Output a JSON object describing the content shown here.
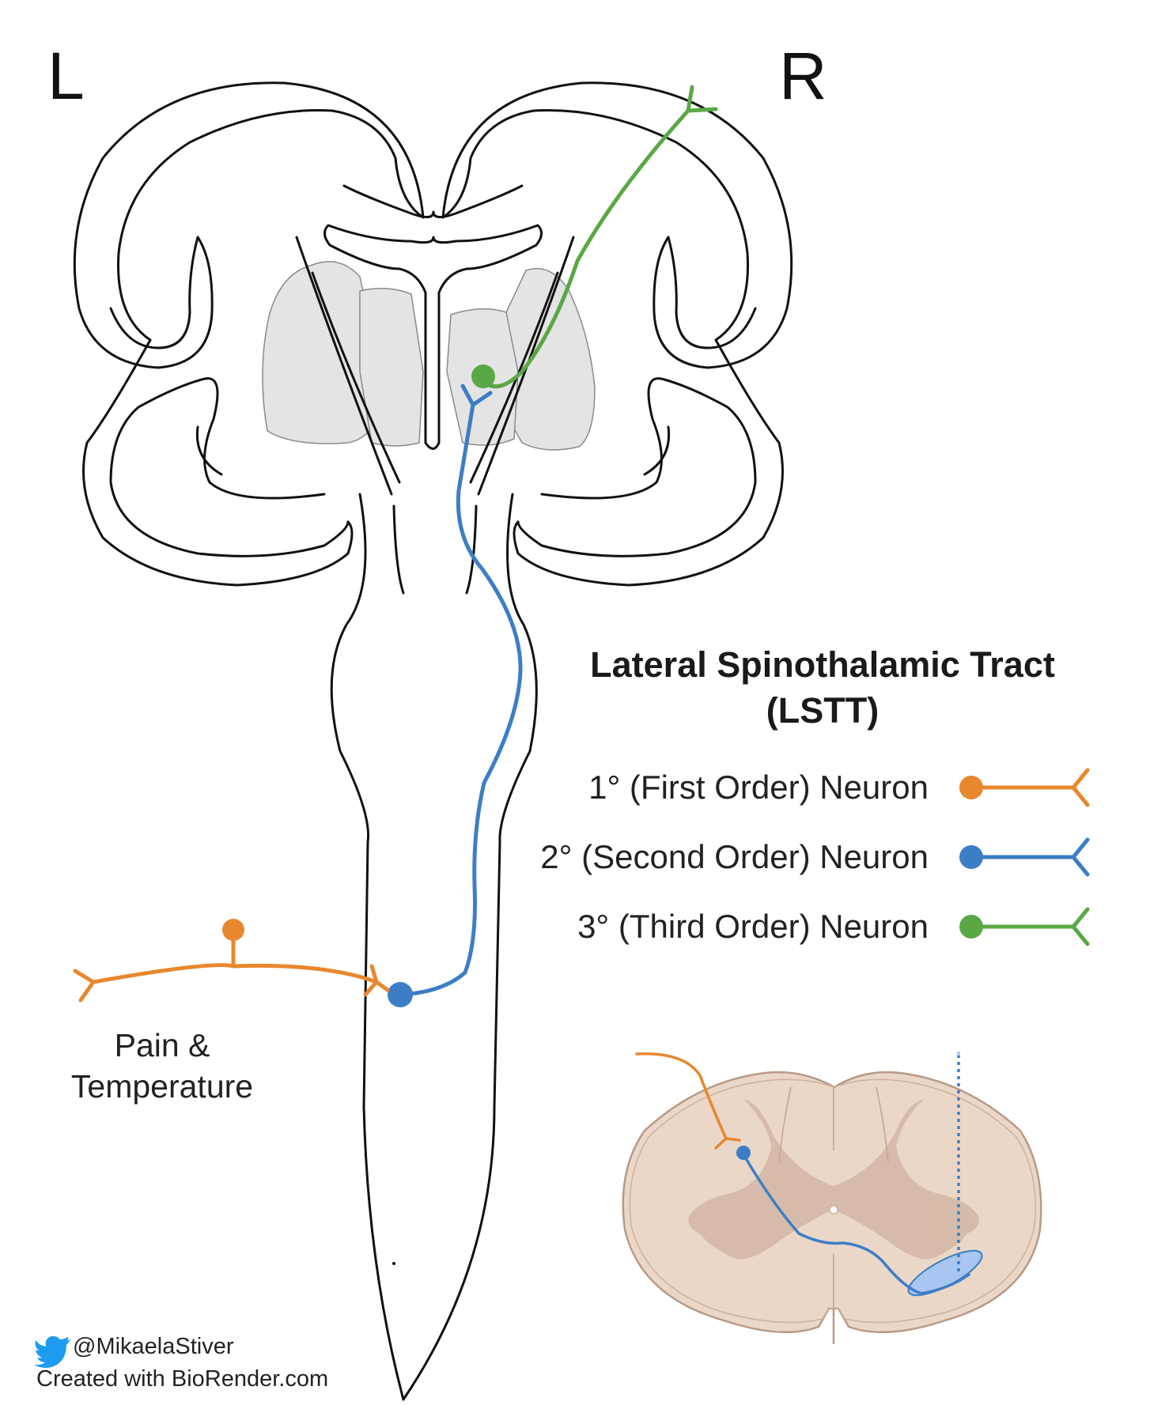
{
  "side_labels": {
    "left": "L",
    "right": "R"
  },
  "title_line1": "Lateral Spinothalamic Tract",
  "title_line2": "(LSTT)",
  "legend": [
    {
      "label": "1° (First Order) Neuron",
      "color": "#e8872e"
    },
    {
      "label": "2° (Second Order) Neuron",
      "color": "#3c7ec6"
    },
    {
      "label": "3° (Third Order) Neuron",
      "color": "#5aa845"
    }
  ],
  "sensation_line1": "Pain &",
  "sensation_line2": "Temperature",
  "credits": {
    "twitter_icon": "twitter-bird-icon",
    "handle": "@MikaelaStiver",
    "created_with": "Created with BioRender.com"
  }
}
